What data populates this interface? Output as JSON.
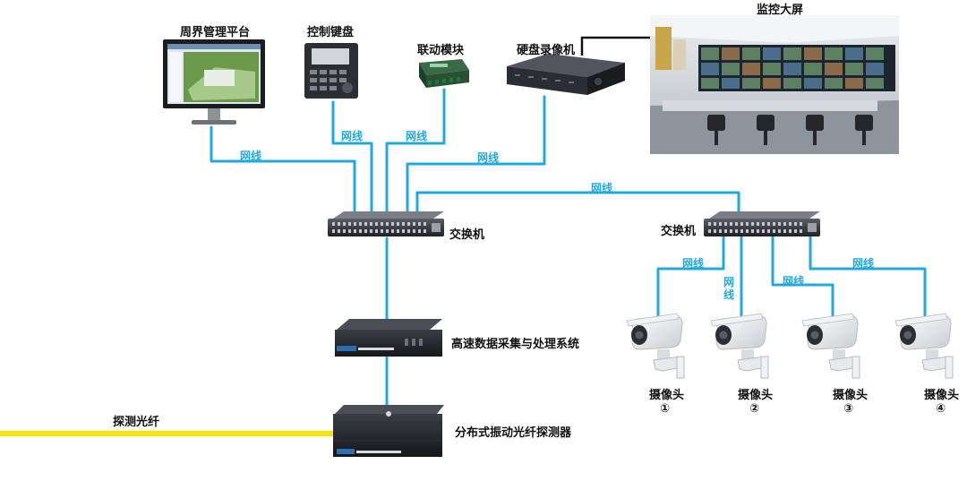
{
  "colors": {
    "network_cable": "#22a8e0",
    "fiber": "#f5e400",
    "device_dark": "#2b2e33"
  },
  "devices": {
    "perimeter_platform": "周界管理平台",
    "control_keyboard": "控制键盘",
    "linkage_module": "联动模块",
    "nvr": "硬盘录像机",
    "monitor_wall": "监控大屏",
    "switch_main": "交换机",
    "switch_cam": "交换机",
    "acquisition_system": "高速数据采集与处理系统",
    "das_detector": "分布式振动光纤探测器",
    "fiber_label": "探测光纤"
  },
  "cable_label": "网线",
  "cameras": [
    {
      "label": "摄像头",
      "num": "①"
    },
    {
      "label": "摄像头",
      "num": "②"
    },
    {
      "label": "摄像头",
      "num": "③"
    },
    {
      "label": "摄像头",
      "num": "④"
    }
  ]
}
